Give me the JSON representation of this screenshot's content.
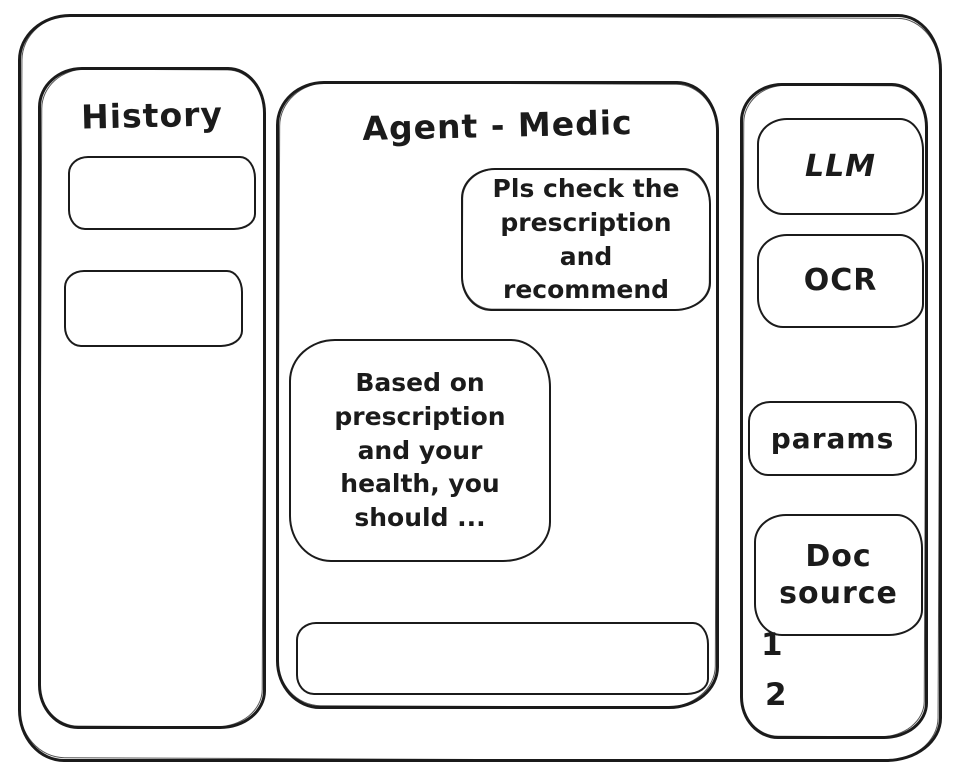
{
  "window": {
    "background": "#ffffff",
    "stroke_color": "#1b1b1b"
  },
  "history": {
    "title": "History",
    "items": [
      {
        "label": ""
      },
      {
        "label": ""
      }
    ]
  },
  "chat": {
    "title": "Agent - Medic",
    "messages": [
      {
        "role": "user",
        "text": "Pls check the prescription and recommend"
      },
      {
        "role": "assistant",
        "text": "Based on prescription and your health, you should ..."
      }
    ],
    "input": {
      "value": "",
      "placeholder": ""
    }
  },
  "tools": {
    "buttons": [
      {
        "label": "LLM"
      },
      {
        "label": "OCR"
      },
      {
        "label": "params"
      },
      {
        "label": "Doc source"
      }
    ],
    "doc_list": [
      "1",
      "2"
    ]
  }
}
